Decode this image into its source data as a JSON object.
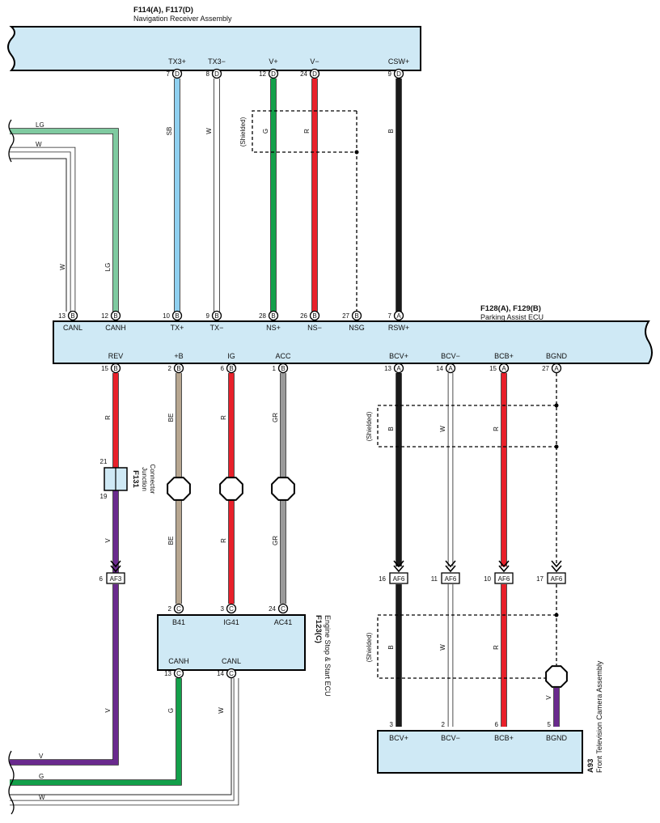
{
  "colors": {
    "box_fill": "#cfe9f5",
    "LG": "#7fcaa0",
    "W": "#ffffff",
    "SB": "#8fd0f0",
    "G": "#13a04a",
    "R": "#e8202a",
    "B": "#1a1a1a",
    "BE": "#b7a690",
    "GR": "#9a9a9a",
    "V": "#6a2a8e"
  },
  "components": {
    "nav": {
      "title": "F114(A), F117(D)",
      "subtitle": "Navigation Receiver Assembly"
    },
    "pa": {
      "title": "F128(A), F129(B)",
      "subtitle": "Parking Assist ECU"
    },
    "es": {
      "title": "F123(C)",
      "subtitle": "Engine Stop & Start ECU"
    },
    "cam": {
      "title": "A93",
      "subtitle": "Front Television Camera Assembly"
    },
    "jc": {
      "title": "F131",
      "subtitle1": "Junction",
      "subtitle2": "Connector",
      "pin_top": "21",
      "pin_bottom": "19"
    }
  },
  "shield_label": "(Shielded)",
  "nav_pins": [
    {
      "label": "TX3+",
      "pin": "7",
      "conn": "D"
    },
    {
      "label": "TX3−",
      "pin": "8",
      "conn": "D"
    },
    {
      "label": "V+",
      "pin": "12",
      "conn": "D"
    },
    {
      "label": "V−",
      "pin": "24",
      "conn": "D"
    },
    {
      "label": "CSW+",
      "pin": "9",
      "conn": "D"
    }
  ],
  "pa_top_pins": [
    {
      "label": "CANL",
      "pin": "13",
      "conn": "B"
    },
    {
      "label": "CANH",
      "pin": "12",
      "conn": "B"
    },
    {
      "label": "TX+",
      "pin": "10",
      "conn": "B"
    },
    {
      "label": "TX−",
      "pin": "9",
      "conn": "B"
    },
    {
      "label": "NS+",
      "pin": "28",
      "conn": "B"
    },
    {
      "label": "NS−",
      "pin": "26",
      "conn": "B"
    },
    {
      "label": "NSG",
      "pin": "27",
      "conn": "B"
    },
    {
      "label": "RSW+",
      "pin": "7",
      "conn": "A"
    }
  ],
  "pa_bottom_pins": [
    {
      "label": "REV",
      "pin": "15",
      "conn": "B"
    },
    {
      "label": "+B",
      "pin": "2",
      "conn": "B"
    },
    {
      "label": "IG",
      "pin": "6",
      "conn": "B"
    },
    {
      "label": "ACC",
      "pin": "1",
      "conn": "B"
    },
    {
      "label": "BCV+",
      "pin": "13",
      "conn": "A"
    },
    {
      "label": "BCV−",
      "pin": "14",
      "conn": "A"
    },
    {
      "label": "BCB+",
      "pin": "15",
      "conn": "A"
    },
    {
      "label": "BGND",
      "pin": "27",
      "conn": "A"
    }
  ],
  "es_top_pins": [
    {
      "label": "B41",
      "pin": "2",
      "conn": "C"
    },
    {
      "label": "IG41",
      "pin": "3",
      "conn": "C"
    },
    {
      "label": "AC41",
      "pin": "24",
      "conn": "C"
    }
  ],
  "es_bottom_pins": [
    {
      "label": "CANH",
      "pin": "13",
      "conn": "C"
    },
    {
      "label": "CANL",
      "pin": "14",
      "conn": "C"
    }
  ],
  "cam_pins": [
    {
      "label": "BCV+",
      "pin": "3"
    },
    {
      "label": "BCV−",
      "pin": "2"
    },
    {
      "label": "BCB+",
      "pin": "6"
    },
    {
      "label": "BGND",
      "pin": "5"
    }
  ],
  "af_connectors": [
    {
      "name": "AF3",
      "pin": "6"
    },
    {
      "name": "AF6",
      "pin": "16"
    },
    {
      "name": "AF6",
      "pin": "11"
    },
    {
      "name": "AF6",
      "pin": "10"
    },
    {
      "name": "AF6",
      "pin": "17"
    }
  ],
  "wire_colors": {
    "tx3p": "SB",
    "tx3m": "W",
    "vp": "G",
    "vm": "R",
    "csw": "B",
    "canl_in": "W",
    "canh_in": "LG",
    "ext_lg": "LG",
    "ext_w": "W",
    "rev": "R",
    "rev_v": "V",
    "plusb": "BE",
    "plusb2": "BE",
    "ig": "R",
    "ig2": "R",
    "acc": "GR",
    "acc2": "GR",
    "bcvp": "B",
    "bcvm": "W",
    "bcbp": "R",
    "bcvp2": "B",
    "bcvm2": "W",
    "bcbp2": "R",
    "bgnd_v": "V",
    "es_canh": "G",
    "es_canl": "W",
    "out_v": "V",
    "out_g": "G",
    "out_w": "W"
  }
}
